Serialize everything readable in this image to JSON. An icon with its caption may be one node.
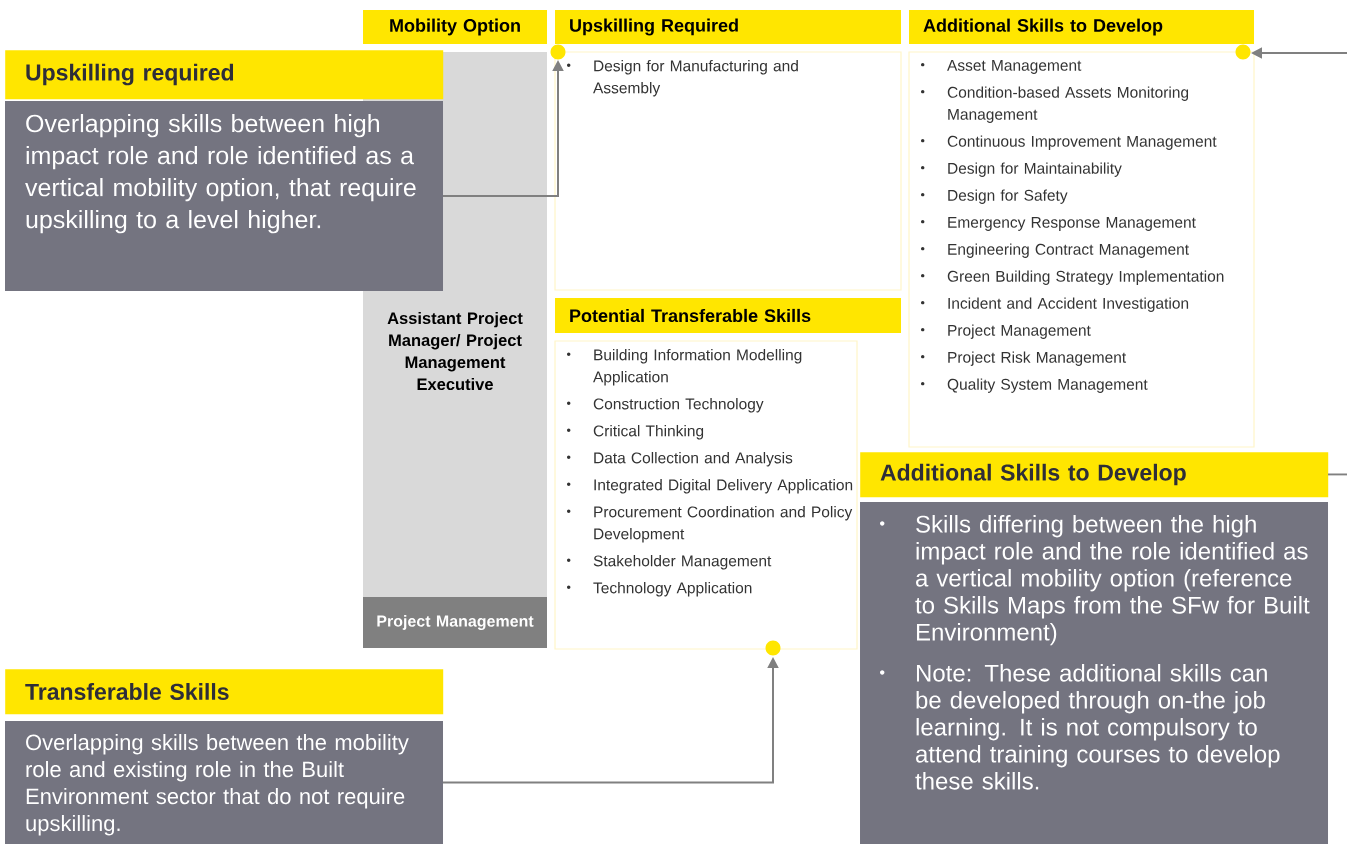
{
  "diagram": {
    "nodes": [
      {
        "text": [
          "Mobility Option"
        ]
      },
      {
        "text": [
          "Upskilling Required"
        ]
      },
      {
        "text": [
          "Additional Skills to Develop"
        ]
      },
      {
        "text": [
          "Assistant Project Manager/ Project Management Executive"
        ]
      },
      {
        "text": [
          "Project Management"
        ],
        "in": 3
      },
      {
        "text": [
          "Design for Manufacturing and Assembly"
        ]
      },
      {
        "text": [
          "Potential Transferable Skills"
        ]
      },
      {
        "text": [
          "Building Information Modelling Application",
          "Construction Technology",
          "Critical Thinking",
          "Data Collection and Analysis",
          "Integrated Digital Delivery Application",
          "Procurement Coordination and Policy Development",
          "Stakeholder Management",
          "Technology Application"
        ]
      },
      {
        "text": [
          "Asset Management",
          "Condition-based Assets Monitoring Management",
          "Continuous Improvement Management",
          "Design for Maintainability",
          "Design for Safety",
          "Emergency Response Management",
          "Engineering Contract Management",
          "Green Building Strategy Implementation",
          "Incident and Accident Investigation",
          "Project Management",
          "Project Risk Management",
          "Quality System Management"
        ]
      },
      {
        "text": [
          "Upskilling required",
          "Overlapping skills between high impact role and role identified as a vertical mobility option, that require upskilling to a level higher."
        ]
      },
      {
        "text": [
          "Transferable Skills",
          "Overlapping skills between the mobility role and existing role in the Built Environment sector that do not require upskilling."
        ]
      },
      {
        "text": [
          "Additional Skills to Develop",
          "Skills differing between the high impact role and the role identified as a vertical mobility option (reference to Skills Maps from the SFw for Built Environment)",
          "Note: These additional skills can be developed through on-the job learning. It is not compulsory to attend training courses to develop these skills."
        ]
      }
    ],
    "edges": [
      {
        "from": 9,
        "to": 5,
        "arrow": "to"
      },
      {
        "from": 10,
        "to": 7,
        "arrow": "to"
      },
      {
        "from": 11,
        "to": 8,
        "arrow": "to"
      }
    ]
  }
}
